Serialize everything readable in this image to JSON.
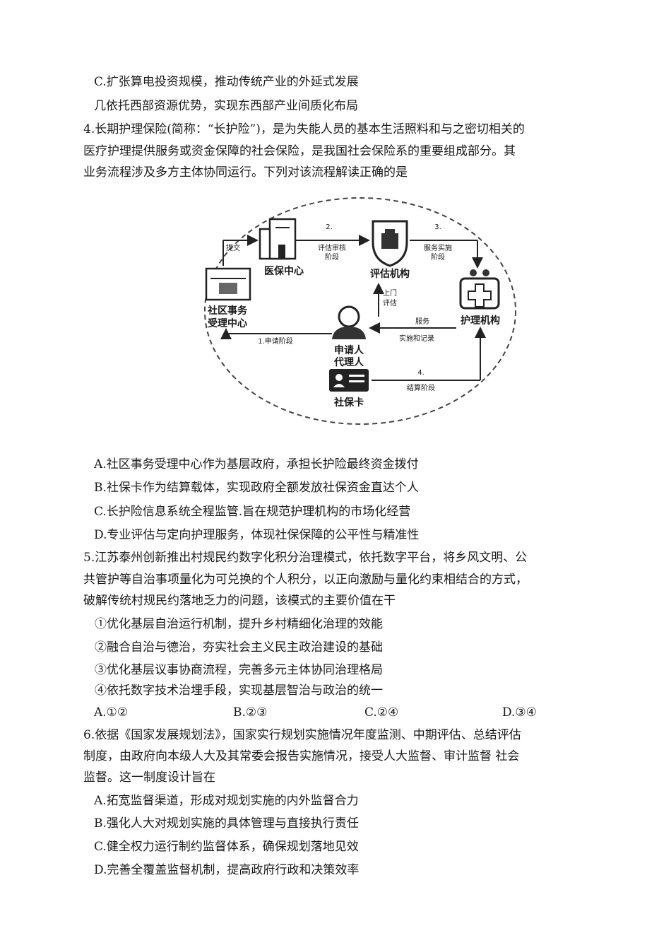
{
  "lines_top": [
    "C.扩张算电投资规模，推动传统产业的外延式发展",
    "几依托西部资源优势，实现东西部产业间质化布局"
  ],
  "q4": {
    "stem": [
      "4.长期护理保险(简称：“长护险”)，是为失能人员的基本生活照料和与之密切相关的",
      "医疗护理提供服务或资金保障的社会保险，是我国社会保险系的重要组成部分。其",
      "业务流程涉及多方主体协同运行。下列对该流程解读正确的是"
    ],
    "diagram": {
      "nodes": {
        "community": [
          "社区事务",
          "受理中心"
        ],
        "medical": "医保中心",
        "eval": "评估机构",
        "nursing": "护理机构",
        "applicant": [
          "申请人",
          "代理人"
        ],
        "card": "社保卡"
      },
      "edges": {
        "submit": "提交",
        "step2": [
          "2.",
          "评估审核",
          "阶段"
        ],
        "step3": [
          "3.",
          "服务实施",
          "阶段"
        ],
        "visit": [
          "上门",
          "评估"
        ],
        "service": [
          "服务",
          "实施和记录"
        ],
        "step1": "1.申请阶段",
        "step4": [
          "4.",
          "结算阶段"
        ]
      }
    },
    "options": [
      "A.社区事务受理中心作为基层政府，承担长护险最终资金拨付",
      "B.社保卡作为结算载体，实现政府全额发放社保资金直达个人",
      "C.长护险信息系统全程监管.旨在规范护理机构的市场化经营",
      "D.专业评估与定向护理服务，体现社保保障的公平性与精准性"
    ]
  },
  "q5": {
    "stem": [
      "5.江苏泰州创新推出村规民约数字化积分治理模式，依托数字平台，将乡风文明、公",
      "共管护等自治事项量化为可兑换的个人积分，以正向激励与量化约束相结合的方式，",
      "破解传统村规民约落地乏力的问题，该模式的主要价值在干"
    ],
    "items": [
      "①优化基层自治运行机制，提升乡村精细化治理的效能",
      "②融合自治与德治，夯实社会主义民主政治建设的基础",
      "③优化基层议事协商流程，完善多元主体协同治理格局",
      "④依托数字技术治埋手段，实现基层智治与政治的统一"
    ],
    "choices": [
      "A.①②",
      "B.②③",
      "C.②④",
      "D.③④"
    ]
  },
  "q6": {
    "stem": [
      "6.依据《国家发展规划法》，国家实行规划实施情况年度监测、中期评估、总结评估",
      "制度，由政府向本级人大及其常委会报告实施情况，接受人大监督、审计监督 社会",
      "监督。这一制度设计旨在"
    ],
    "options": [
      "A.拓宽监督渠道，形成对规划实施的内外监督合力",
      "B.强化人大对规划实施的具体管理与直接执行责任",
      "C.健全权力运行制约监督体系，确保规划落地见效",
      "D.完善全覆盖监督机制，提高政府行政和决策效率"
    ]
  }
}
